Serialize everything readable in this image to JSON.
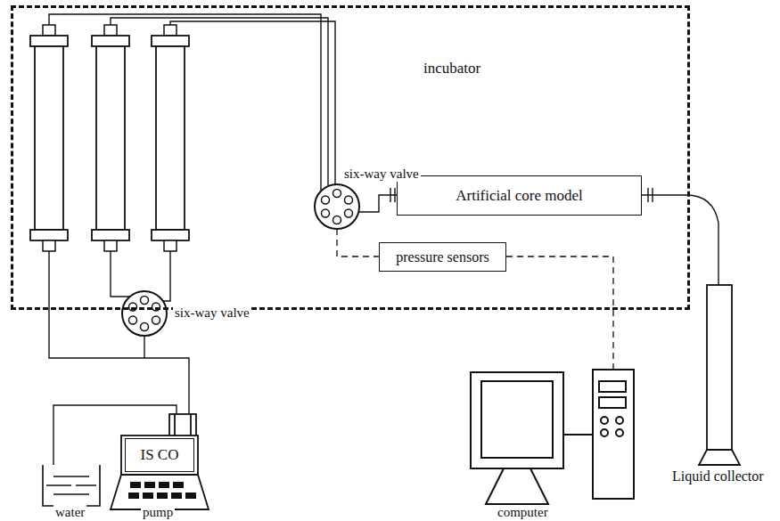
{
  "diagram": {
    "nodes": [
      {
        "text": [
          "incubator"
        ]
      },
      {
        "text": [
          "Artificial core model"
        ],
        "in": 0
      },
      {
        "text": [
          "pressure sensors"
        ],
        "in": 0
      },
      {
        "text": [
          "IS CO"
        ]
      }
    ],
    "labels": [
      "six-way valve",
      "six-way valve",
      "water",
      "pump",
      "computer",
      "Liquid collector"
    ]
  }
}
